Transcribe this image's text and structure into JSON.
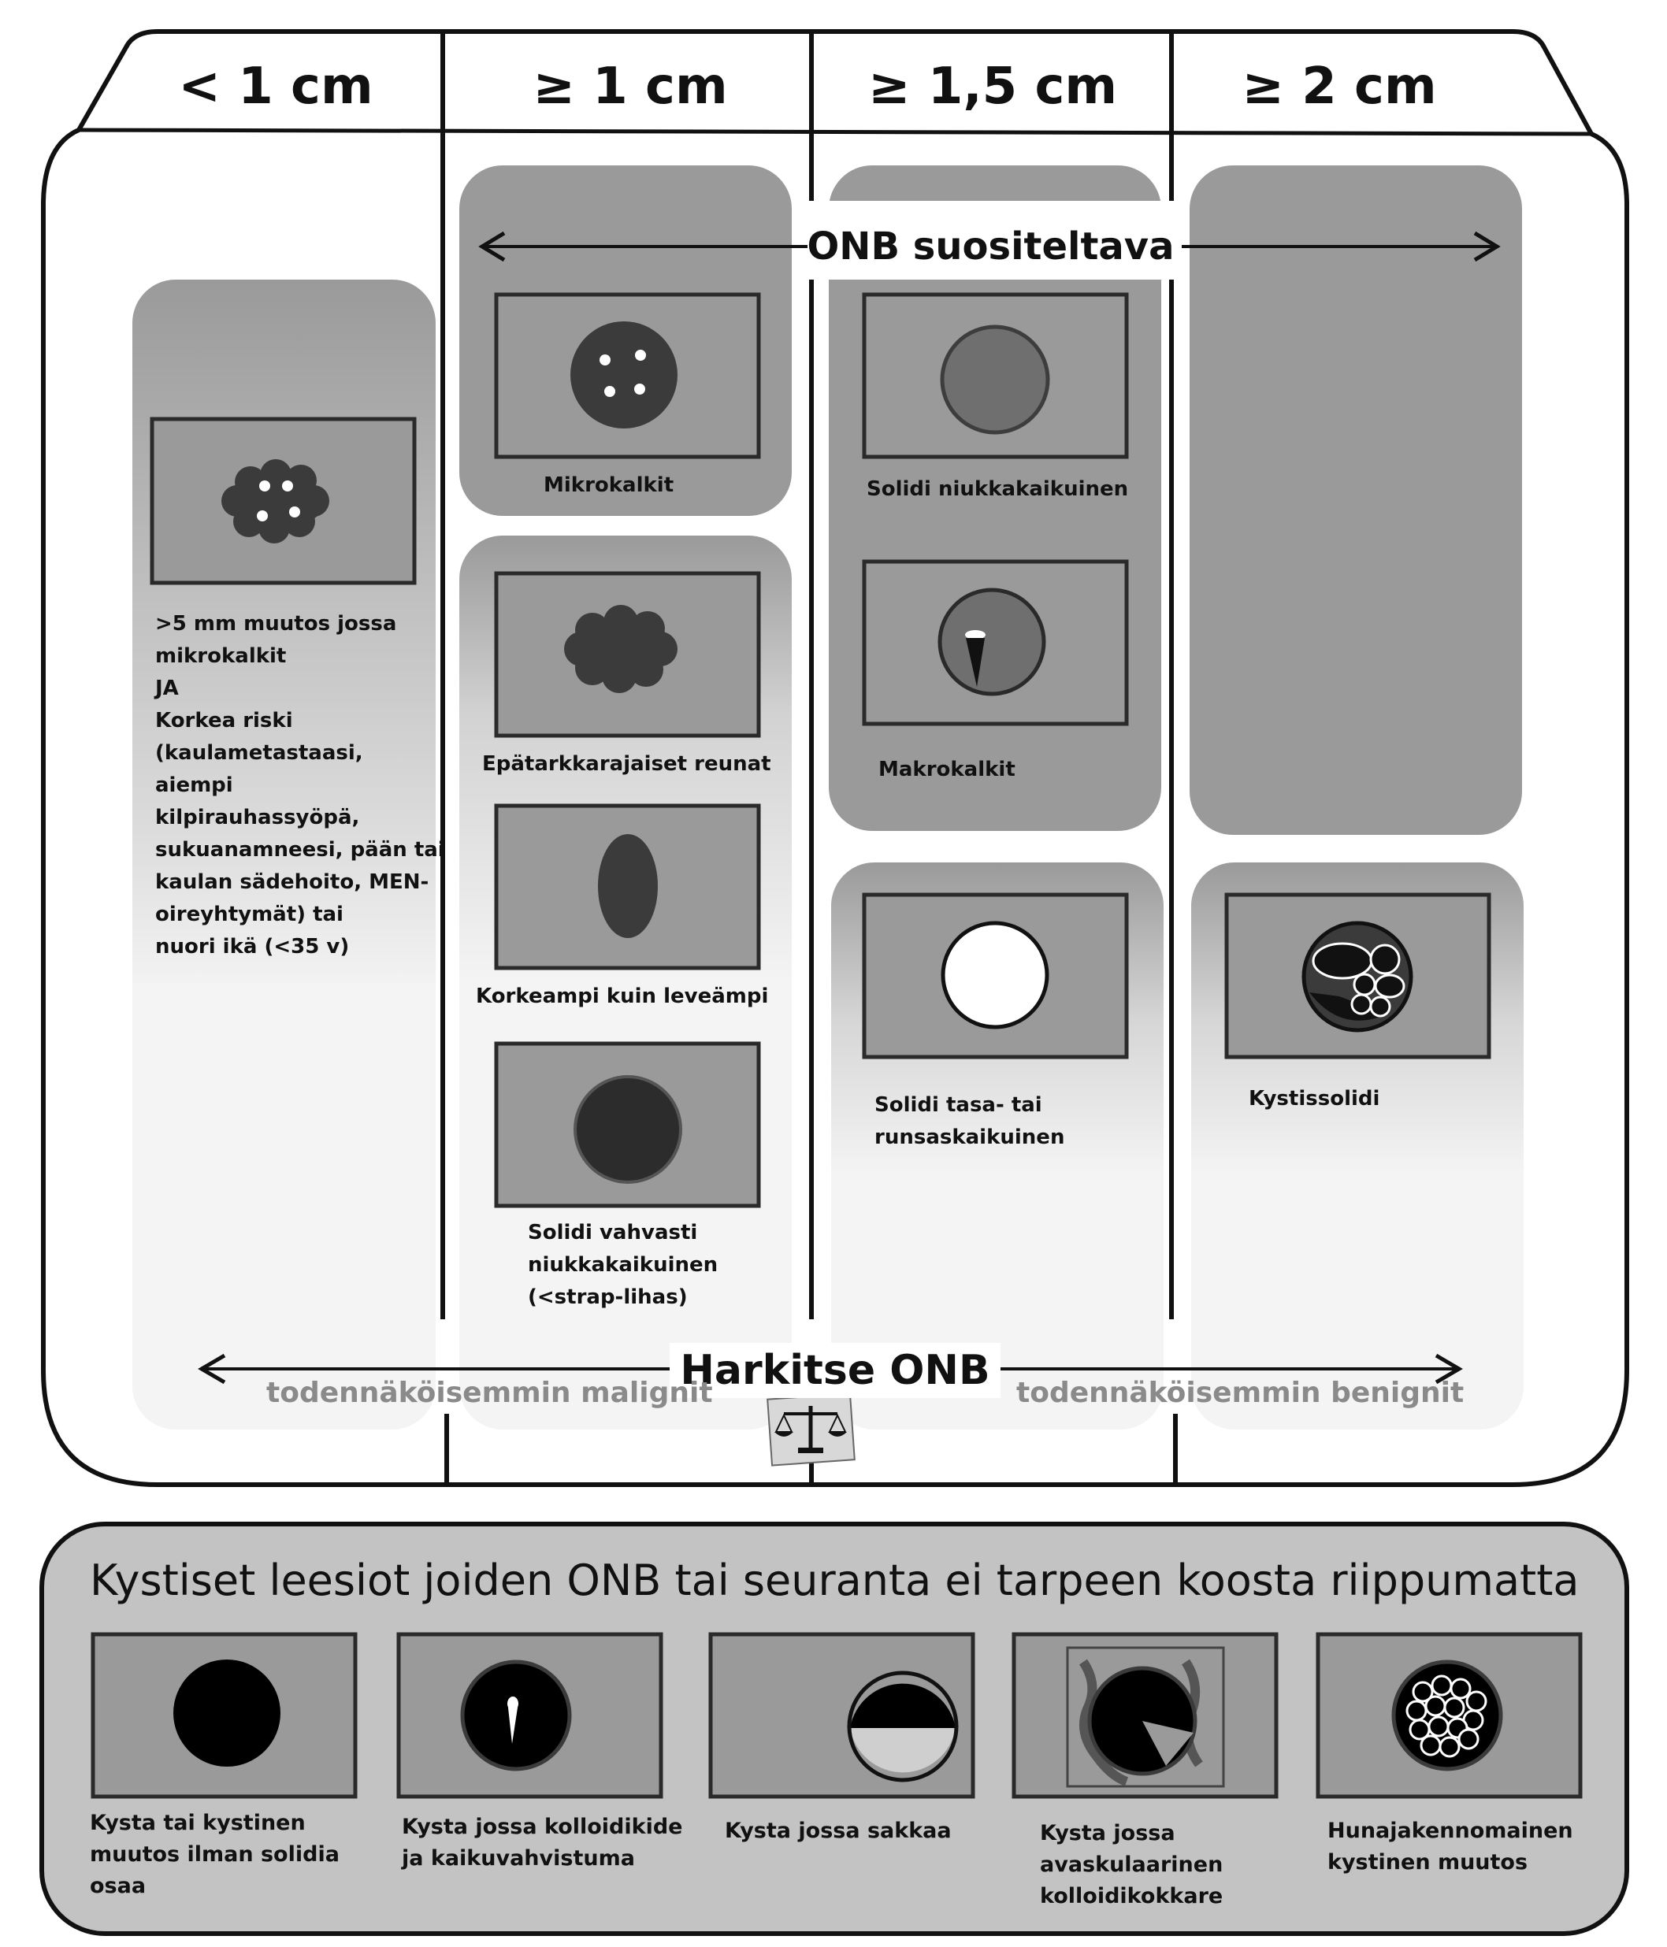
{
  "headers": [
    "< 1 cm",
    "≥ 1 cm",
    "≥ 1,5 cm",
    "≥ 2 cm"
  ],
  "onb_recommended": "ONB suositeltava",
  "consider": {
    "title": "Harkitse ONB",
    "left": "todennäköisemmin malignit",
    "right": "todennäköisemmin benignit"
  },
  "captions": {
    "col1": ">5 mm muutos jossa\nmikrokalkit\nJA\nKorkea riski\n(kaulametastaasi, aiempi\nkilpirauhassyöpä,\nsukuanamneesi, pään tai\nkaulan sädehoito, MEN-\noireyhtymät) tai\nnuori ikä (<35 v)",
    "microcalc": "Mikrokalkit",
    "irregular": "Epätarkkarajaiset reunat",
    "taller": "Korkeampi kuin leveämpi",
    "solid_very_hypo": "Solidi vahvasti\nniukkakaikuinen\n(<strap-lihas)",
    "solid_hypo": "Solidi niukkakaikuinen",
    "macrocalc": "Makrokalkit",
    "solid_iso_hyper": "Solidi tasa- tai\nrunsaskaikuinen",
    "cystic_solid": "Kystissolidi"
  },
  "bottom": {
    "title": "Kystiset leesiot joiden ONB tai seuranta ei tarpeen koosta riippumatta",
    "items": [
      "Kysta tai kystinen\nmuutos ilman solidia\nosaa",
      "Kysta jossa kolloidikide\nja kaikuvahvistuma",
      "Kysta jossa sakkaa",
      "Kysta jossa\navaskulaarinen\nkolloidikokkare",
      "Hunajakennomainen\nkystinen muutos"
    ]
  },
  "colors": {
    "pane": "#c3c3c3",
    "box": "#9a9a9a",
    "dark_lesion": "#3b3b3b",
    "outline": "#2a2a2a"
  }
}
